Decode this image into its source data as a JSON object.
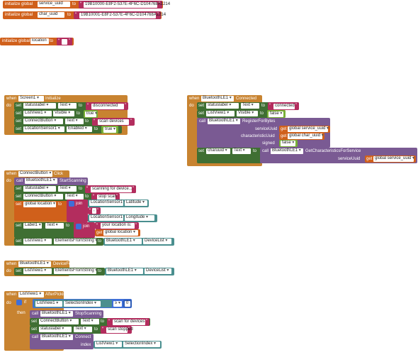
{
  "globals": {
    "init_label": "initialize global",
    "to": "to",
    "service_uuid": {
      "name": "service_uuid",
      "value": "19B10000-E8F2-537E-4F6C-D104768A1214"
    },
    "char_uuid": {
      "name": "char_uuid",
      "value": "19B10001-E8F2-537E-4F6C-D104768A1214"
    },
    "location": {
      "name": "location",
      "value": ""
    }
  },
  "kw": {
    "when": "when",
    "do": "do",
    "set": "set",
    "to": "to",
    "call": "call",
    "join": "join",
    "get": "get",
    "if": "if",
    "then": "then",
    "index": "index",
    "equals": "=",
    "zero": "0",
    "true": "true",
    "false": "false"
  },
  "screen_init": {
    "component": "Screen1",
    "event": "Initialize",
    "rows": [
      {
        "comp": "statuslabel",
        "prop": "Text",
        "val": "disconnected"
      },
      {
        "comp": "ListView1",
        "prop": "Visible",
        "val": "true"
      },
      {
        "comp": "ConnectButton",
        "prop": "Text",
        "val": "scan devices"
      },
      {
        "comp": "LocationSensor1",
        "prop": "Enabled",
        "val": "true"
      }
    ]
  },
  "ble_connected": {
    "component": "BluetoothLE1",
    "event": "Connected",
    "rows": [
      {
        "comp": "statuslabel",
        "prop": "Text",
        "val": "connected"
      },
      {
        "comp": "ListView1",
        "prop": "Visible",
        "val": "false"
      }
    ],
    "register": {
      "comp": "BluetoothLE1",
      "method": "RegisterForBytes",
      "serviceUuid_label": "serviceUuid",
      "serviceUuid_val": "global service_uuid",
      "characteristicUuid_label": "characteristicUuid",
      "characteristicUuid_val": "global char_uuid",
      "signed_label": "signed",
      "signed_val": "false"
    },
    "charuuid": {
      "comp": "charuuid",
      "prop": "Text",
      "call_comp": "BluetoothLE1",
      "call_method": "GetCharacteristicsForService",
      "arg_label": "serviceUuid",
      "arg_val": "global service_uuid"
    }
  },
  "connect_click": {
    "component": "ConnectButton",
    "event": "Click",
    "call_comp": "BluetoothLE1",
    "call_method": "StartScanning",
    "row1": {
      "comp": "statuslabel",
      "prop": "Text",
      "val": "scanning for device..."
    },
    "row2": {
      "comp": "ConnectButton",
      "prop": "Text",
      "val": "stop scan"
    },
    "loc": {
      "var": "global location",
      "sensor1": "LocationSensor1",
      "prop1": "Latitude",
      "sep": ",",
      "sensor2": "LocationSensor1",
      "prop2": "Longitude"
    },
    "label": {
      "comp": "Label1",
      "prop": "Text",
      "str": "your location is:",
      "get": "global location"
    },
    "list": {
      "comp": "ListView1",
      "prop": "ElementsFromString",
      "src_comp": "BluetoothLE1",
      "src_prop": "DeviceList"
    }
  },
  "device_found": {
    "component": "BluetoothLE1",
    "event": "DeviceFound",
    "comp": "ListView1",
    "prop": "ElementsFromString",
    "src_comp": "BluetoothLE1",
    "src_prop": "DeviceList"
  },
  "after_picking": {
    "component": "ListView1",
    "event": "AfterPicking",
    "cond_comp": "ListView1",
    "cond_prop": "SelectionIndex",
    "op": "≥",
    "stop_comp": "BluetoothLE1",
    "stop_method": "StopScanning",
    "row1": {
      "comp": "ConnectButton",
      "prop": "Text",
      "val": "scan for devices"
    },
    "row2": {
      "comp": "statuslabel",
      "prop": "Text",
      "val": "scan stopped"
    },
    "connect_comp": "BluetoothLE1",
    "connect_method": "Connect",
    "idx_comp": "ListView1",
    "idx_prop": "SelectionIndex"
  },
  "colors": {
    "global": "#d0601b",
    "event": "#c88330",
    "setter": "#3f6f33",
    "string": "#b32d5e",
    "logic": "#79b038",
    "call": "#7a5a93",
    "text_join": "#b32d5e",
    "control": "#c88330",
    "math": "#3f6fd8"
  }
}
